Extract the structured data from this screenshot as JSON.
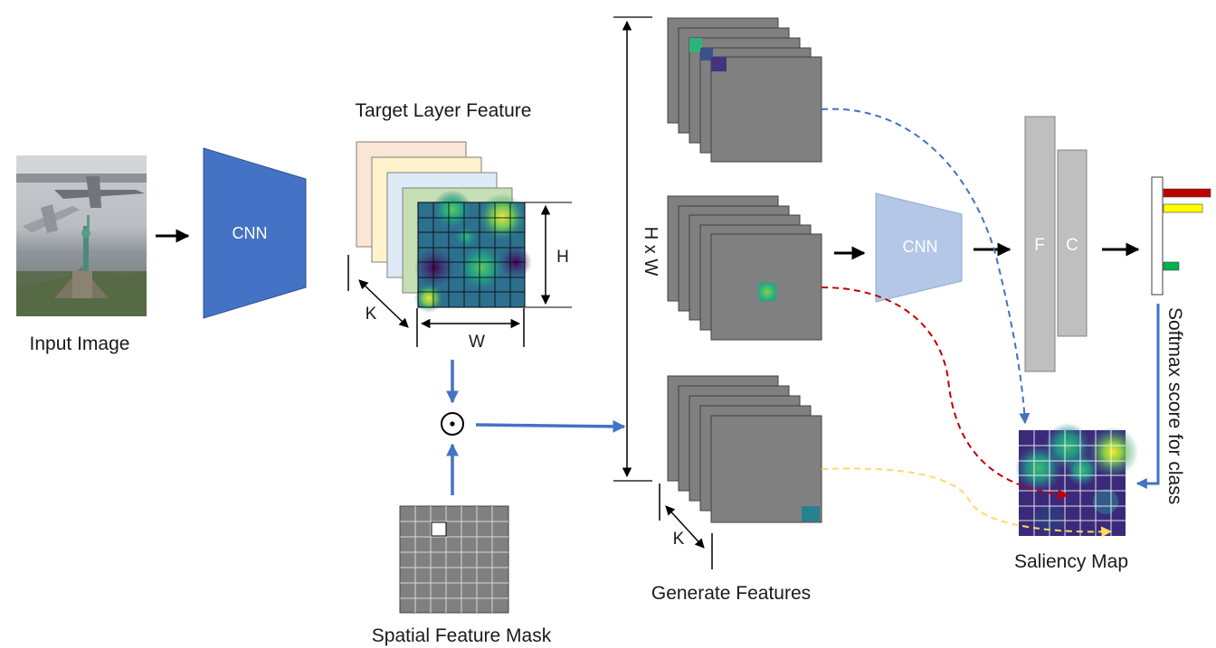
{
  "labels": {
    "input_image": "Input Image",
    "cnn_first": "CNN",
    "target_layer": "Target Layer Feature",
    "dim_h": "H",
    "dim_w": "W",
    "dim_k": "K",
    "odot": "⊙",
    "spatial_mask": "Spatial Feature Mask",
    "hxw": "H x W",
    "generate_features": "Generate Features",
    "dim_k2": "K",
    "cnn_second": "CNN",
    "fc_f": "F",
    "fc_c": "C",
    "softmax": "Softmax score for class",
    "saliency_map": "Saliency Map"
  },
  "colors": {
    "cnn_blue": "#4472c4",
    "cnn_light": "#b4c7e7",
    "arrow_blue": "#4472c4",
    "feature_gray": "#808080",
    "fc_gray": "#bfbfbf",
    "dash_blue": "#4472c4",
    "dash_red": "#c00000",
    "dash_yellow": "#ffd966",
    "score_red": "#c00000",
    "score_yellow": "#ffff00",
    "score_green": "#00b050"
  },
  "icons": {
    "input_photo": "airplanes-over-statue-of-liberty-photo",
    "saliency_heatmap": "viridis-heatmap"
  },
  "softmax_scores": [
    {
      "color": "#c00000",
      "fraction": 1.0
    },
    {
      "color": "#ffff00",
      "fraction": 0.82
    },
    {
      "color": "#00b050",
      "fraction": 0.33
    }
  ]
}
